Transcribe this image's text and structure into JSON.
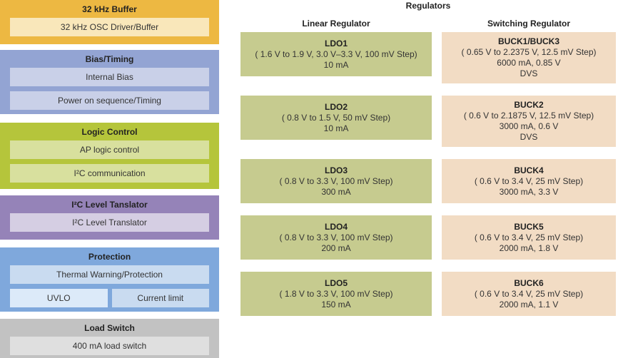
{
  "left_panel": {
    "blocks": [
      {
        "title": "32 kHz Buffer",
        "items": [
          "32 kHz OSC Driver/Buffer"
        ]
      },
      {
        "title": "Bias/Timing",
        "items": [
          "Internal Bias",
          "Power on sequence/Timing"
        ]
      },
      {
        "title": "Logic Control",
        "items": [
          "AP logic control",
          "I²C communication"
        ]
      },
      {
        "title": "I²C Level Tanslator",
        "items": [
          "I²C Level Translator"
        ]
      },
      {
        "title": "Protection",
        "items": [
          "Thermal Warning/Protection"
        ],
        "split_items": [
          "UVLO",
          "Current limit"
        ]
      },
      {
        "title": "Load Switch",
        "items": [
          "400 mA load switch"
        ]
      }
    ]
  },
  "regulators": {
    "title": "Regulators",
    "linear": {
      "header": "Linear Regulator",
      "blocks": [
        {
          "name": "LDO1",
          "lines": [
            "( 1.6 V to 1.9 V, 3.0 V–3.3 V, 100 mV Step)",
            "10 mA"
          ]
        },
        {
          "name": "LDO2",
          "lines": [
            "( 0.8 V to 1.5 V, 50 mV Step)",
            "10 mA"
          ]
        },
        {
          "name": "LDO3",
          "lines": [
            "( 0.8 V to 3.3 V, 100 mV Step)",
            "300 mA"
          ]
        },
        {
          "name": "LDO4",
          "lines": [
            "( 0.8 V to 3.3 V, 100 mV Step)",
            "200 mA"
          ]
        },
        {
          "name": "LDO5",
          "lines": [
            "( 1.8 V to 3.3 V, 100 mV Step)",
            "150 mA"
          ]
        }
      ]
    },
    "switching": {
      "header": "Switching Regulator",
      "blocks": [
        {
          "name": "BUCK1/BUCK3",
          "lines": [
            "( 0.65 V to 2.2375 V, 12.5 mV Step)",
            "6000 mA, 0.85 V",
            "DVS"
          ]
        },
        {
          "name": "BUCK2",
          "lines": [
            "( 0.6 V to 2.1875 V, 12.5 mV Step)",
            "3000 mA, 0.6 V",
            "DVS"
          ]
        },
        {
          "name": "BUCK4",
          "lines": [
            "( 0.6 V to 3.4 V, 25 mV Step)",
            "3000 mA, 3.3 V"
          ]
        },
        {
          "name": "BUCK5",
          "lines": [
            "( 0.6 V to 3.4 V, 25 mV Step)",
            "2000 mA, 1.8 V"
          ]
        },
        {
          "name": "BUCK6",
          "lines": [
            "( 0.6 V to 3.4 V, 25 mV Step)",
            "2000 mA, 1.1 V"
          ]
        }
      ]
    }
  },
  "colors": {
    "buffer_block": "#EDB842",
    "buffer_item": "#F9E7BA",
    "bias_block": "#93A4D3",
    "bias_item": "#C9D0E8",
    "logic_block": "#B5C53B",
    "logic_item": "#D8E09E",
    "i2c_block": "#9583B8",
    "i2c_item": "#D5CEE3",
    "protection_block": "#7FA8DC",
    "protection_item": "#C9DBF0",
    "uvlo_item": "#DCEAF9",
    "loadswitch_block": "#C2C2C2",
    "loadswitch_item": "#DFDFDF",
    "ldo_block": "#C6CB8F",
    "buck_block": "#F2DCC4"
  }
}
